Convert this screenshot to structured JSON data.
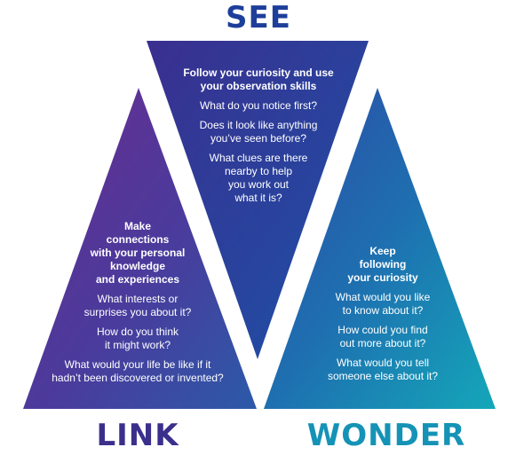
{
  "see": {
    "title": "SEE",
    "heading": "Follow your curiosity and use\nyour observation skills",
    "questions": [
      "What do you notice first?",
      "Does it look like anything\nyou’ve seen before?",
      "What clues are there\nnearby to help\nyou work out\nwhat it is?"
    ]
  },
  "link": {
    "title": "LINK",
    "heading": "Make\nconnections\nwith your personal\nknowledge\nand experiences",
    "questions": [
      "What interests or\nsurprises you about it?",
      "How do you think\nit might work?",
      "What would your life be like if it\nhadn’t been discovered or invented?"
    ]
  },
  "wonder": {
    "title": "WONDER",
    "heading": "Keep\nfollowing\nyour curiosity",
    "questions": [
      "What would you like\nto know about it?",
      "How could you find\nout more about it?",
      "What would you tell\nsomeone else about it?"
    ]
  },
  "colors": {
    "see_title": "#1d3f9a",
    "link_title": "#3b2f8c",
    "wonder_title": "#1593b6",
    "see_gradient": [
      "#3a2f8f",
      "#1c52a8"
    ],
    "link_gradient": [
      "#6a2c8f",
      "#2c5aa8"
    ],
    "wonder_gradient": [
      "#2e4aa6",
      "#14a7b9"
    ]
  }
}
